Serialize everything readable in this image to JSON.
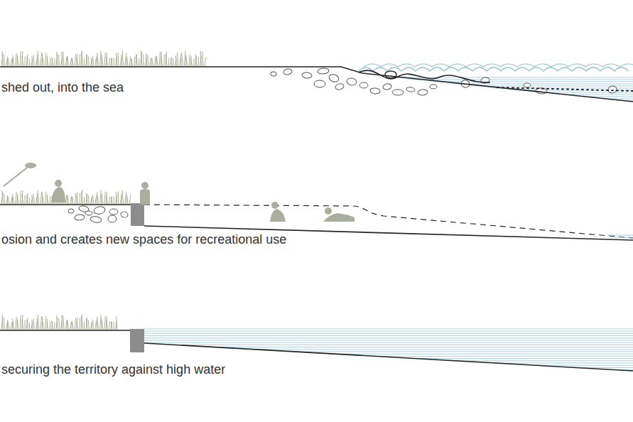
{
  "diagram": {
    "labels": [
      "shed out, into the sea",
      "osion and creates new spaces for recreational use",
      "securing the territory against high water"
    ]
  }
}
